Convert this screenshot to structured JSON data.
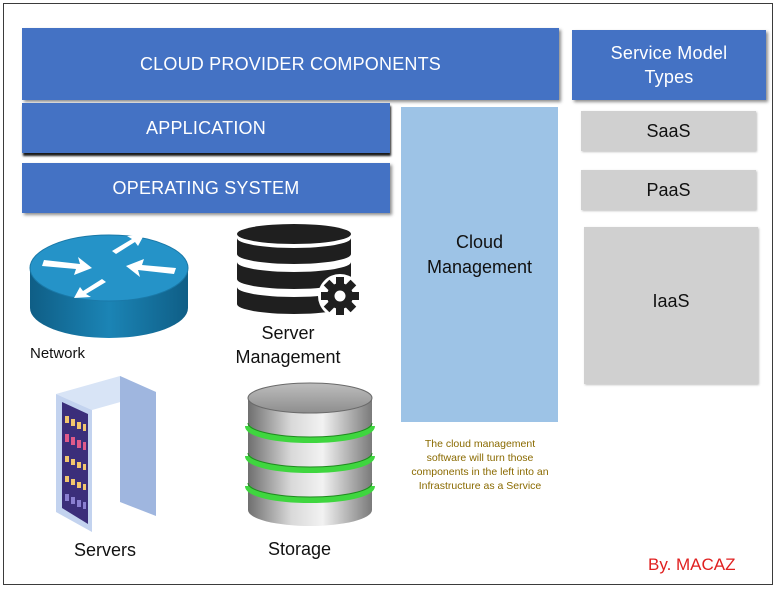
{
  "header": {
    "title": "CLOUD PROVIDER COMPONENTS",
    "service_model_title": "Service Model Types"
  },
  "layers": {
    "application": "APPLICATION",
    "operating_system": "OPERATING SYSTEM"
  },
  "cloud_management": {
    "label": "Cloud Management",
    "note": "The cloud management software will turn those components in the left into an Infrastructure as a Service"
  },
  "service_models": [
    "SaaS",
    "PaaS",
    "IaaS"
  ],
  "components": {
    "network": "Network",
    "server_management": "Server Management",
    "servers": "Servers",
    "storage": "Storage"
  },
  "credit": "By. MACAZ",
  "colors": {
    "bar_blue": "#4472c4",
    "cloud_mgmt_blue": "#9dc3e6",
    "service_gray": "#d0d0d0",
    "note_text": "#8a6a00",
    "credit_red": "#e02020"
  },
  "icons": [
    "router-icon",
    "database-gear-icon",
    "server-rack-icon",
    "storage-cylinder-icon"
  ]
}
